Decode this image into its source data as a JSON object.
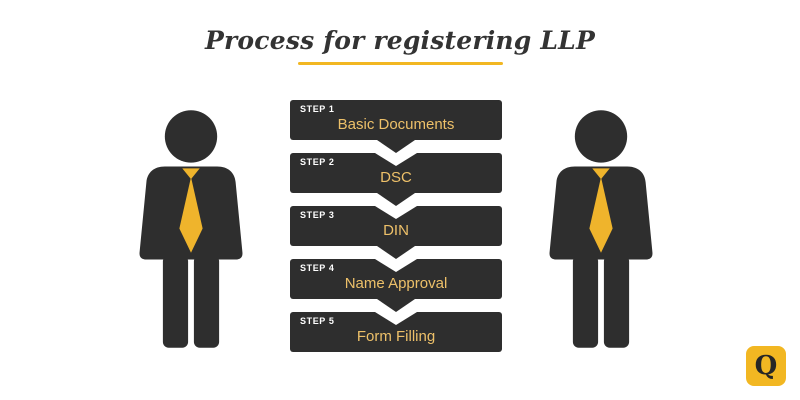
{
  "title": {
    "text": "Process for registering LLP"
  },
  "steps": [
    {
      "label": "STEP 1",
      "text": "Basic Documents"
    },
    {
      "label": "STEP 2",
      "text": "DSC"
    },
    {
      "label": "STEP 3",
      "text": "DIN"
    },
    {
      "label": "STEP 4",
      "text": "Name Approval"
    },
    {
      "label": "STEP 5",
      "text": "Form Filling"
    }
  ],
  "logo": {
    "letter": "Q"
  },
  "colors": {
    "accent_yellow": "#F2B722",
    "banner_dark": "#2E2E2E",
    "step_text_gold": "#EDC069",
    "title_dark": "#333333"
  }
}
